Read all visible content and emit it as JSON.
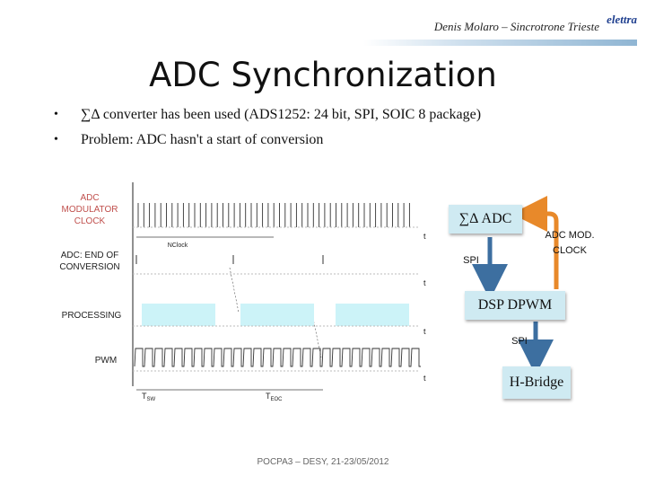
{
  "header": {
    "author": "Denis Molaro – Sincrotrone Trieste",
    "logo_text": "elettra"
  },
  "title": "ADC Synchronization",
  "bullets": [
    {
      "marker": "•",
      "text": "∑Δ converter has been used (ADS1252: 24 bit, SPI, SOIC 8 package)"
    },
    {
      "marker": "•",
      "text": "Problem: ADC hasn't a start of conversion"
    }
  ],
  "timing": {
    "signals": [
      "ADC MODULATOR CLOCK",
      "ADC: END OF CONVERSION",
      "PROCESSING",
      "PWM"
    ],
    "nclock_label": "NClock",
    "t_label": "t",
    "tsw_label": "T",
    "tsw_sub": "SW",
    "teoc_label": "T",
    "teoc_sub": "EOC"
  },
  "block_diagram": {
    "adc_box": "∑Δ  ADC",
    "spi_1": "SPI",
    "clock_label": "ADC MOD. CLOCK",
    "dsp_box": "DSP  DPWM",
    "spi_2": "SPI",
    "hbridge_box": "H-Bridge",
    "colors": {
      "box_fill": "#cfeaf2",
      "arrow_blue": "#3d6fa0",
      "arrow_orange": "#e8892a"
    }
  },
  "footer": "POCPA3 – DESY, 21-23/05/2012"
}
